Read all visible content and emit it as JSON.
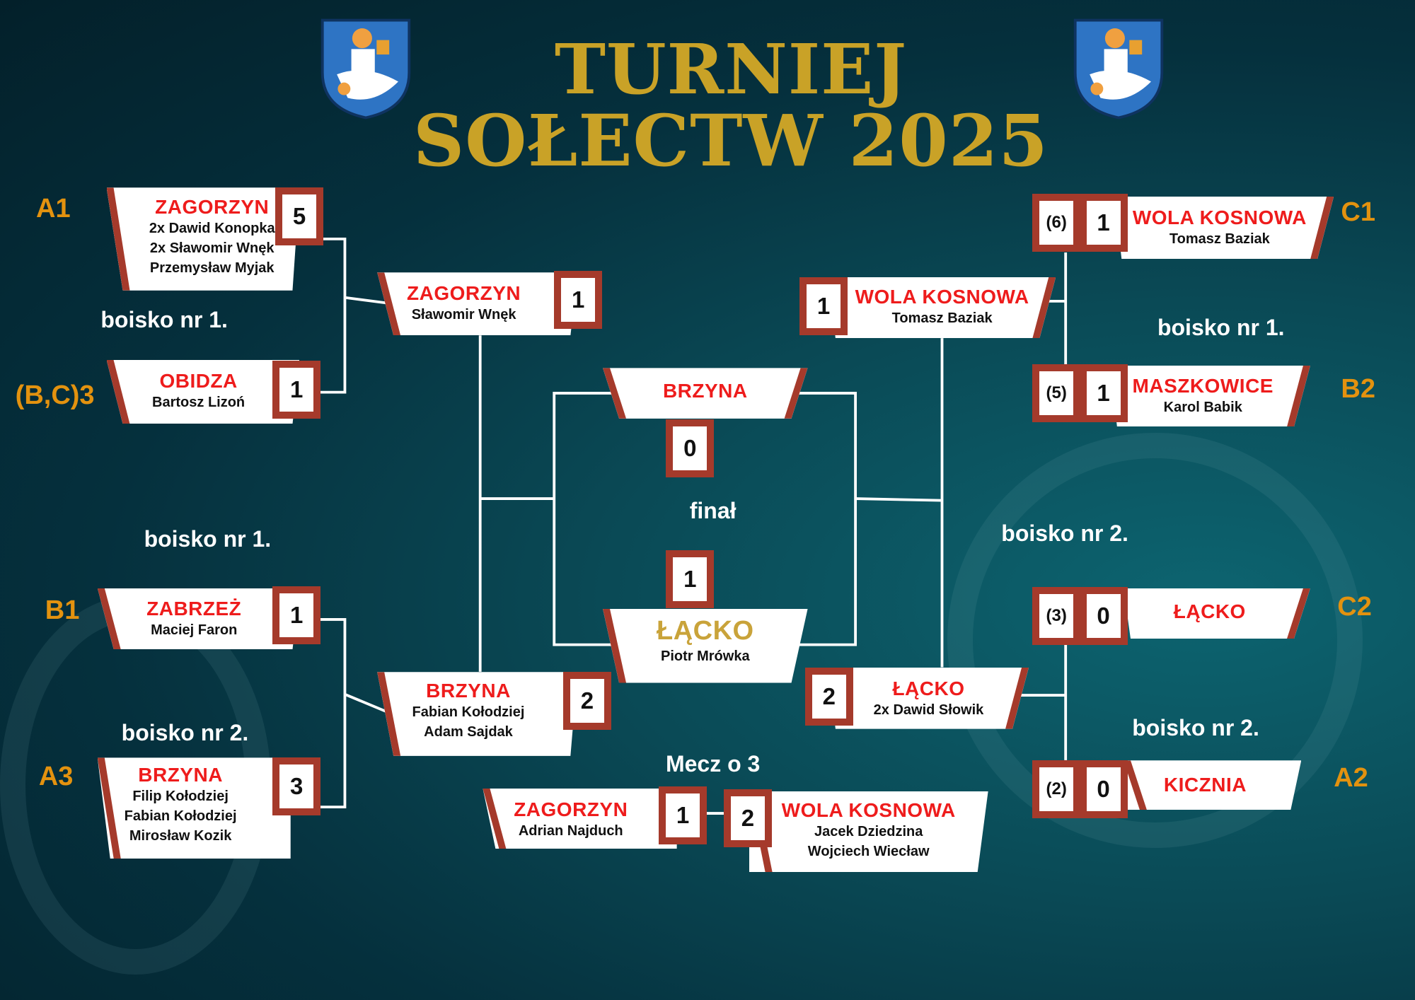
{
  "title": {
    "line1": "TURNIEJ",
    "line2": "SOŁECTW 2025"
  },
  "colors": {
    "gold": "#c9a227",
    "team_red": "#ee1c1c",
    "accent": "#a53a2b",
    "group_orange": "#e3920f"
  },
  "groups": {
    "a1": "A1",
    "bc3": "(B,C)3",
    "b1": "B1",
    "a3": "A3",
    "c1": "C1",
    "b2": "B2",
    "c2": "C2",
    "a2": "A2"
  },
  "labels": {
    "pitch_l1": "boisko nr 1.",
    "pitch_l2": "boisko nr 1.",
    "pitch_l3": "boisko nr 2.",
    "pitch_r1": "boisko nr 1.",
    "pitch_r2": "boisko nr 2.",
    "pitch_r3": "boisko nr 2.",
    "final": "finał",
    "third": "Mecz o 3"
  },
  "matches": {
    "qf1_top": {
      "team": "ZAGORZYN",
      "players": [
        "2x  Dawid Konopka",
        "2x  Sławomir Wnęk",
        "Przemysław  Myjak"
      ],
      "score": "5"
    },
    "qf1_bot": {
      "team": "OBIDZA",
      "players": [
        "Bartosz Lizoń"
      ],
      "score": "1"
    },
    "qf2_top": {
      "team": "ZABRZEŻ",
      "players": [
        "Maciej Faron"
      ],
      "score": "1"
    },
    "qf2_bot": {
      "team": "BRZYNA",
      "players": [
        "Filip Kołodziej",
        "Fabian Kołodziej",
        "Mirosław Kozik"
      ],
      "score": "3"
    },
    "sf1_top": {
      "team": "ZAGORZYN",
      "players": [
        "Sławomir Wnęk"
      ],
      "score": "1"
    },
    "sf1_bot": {
      "team": "BRZYNA",
      "players": [
        "Fabian Kołodziej",
        "Adam Sajdak"
      ],
      "score": "2"
    },
    "final_top": {
      "team": "BRZYNA",
      "score": "0"
    },
    "final_bot": {
      "team": "ŁĄCKO",
      "players": [
        "Piotr Mrówka"
      ],
      "score": "1"
    },
    "sf2_top": {
      "team": "WOLA KOSNOWA",
      "players": [
        "Tomasz Baziak"
      ],
      "score": "1"
    },
    "sf2_bot": {
      "team": "ŁĄCKO",
      "players": [
        "2x Dawid Słowik"
      ],
      "score": "2"
    },
    "qf3_top": {
      "team": "WOLA KOSNOWA",
      "players": [
        "Tomasz Baziak"
      ],
      "score": "1",
      "pens": "(6)"
    },
    "qf3_bot": {
      "team": "MASZKOWICE",
      "players": [
        "Karol Babik"
      ],
      "score": "1",
      "pens": "(5)"
    },
    "qf4_top": {
      "team": "ŁĄCKO",
      "score": "0",
      "pens": "(3)"
    },
    "qf4_bot": {
      "team": "KICZNIA",
      "score": "0",
      "pens": "(2)"
    },
    "third_l": {
      "team": "ZAGORZYN",
      "players": [
        "Adrian Najduch"
      ],
      "score": "1"
    },
    "third_r": {
      "team": "WOLA KOSNOWA",
      "players": [
        "Jacek Dziedzina",
        "Wojciech Wiecław"
      ],
      "score": "2"
    }
  }
}
